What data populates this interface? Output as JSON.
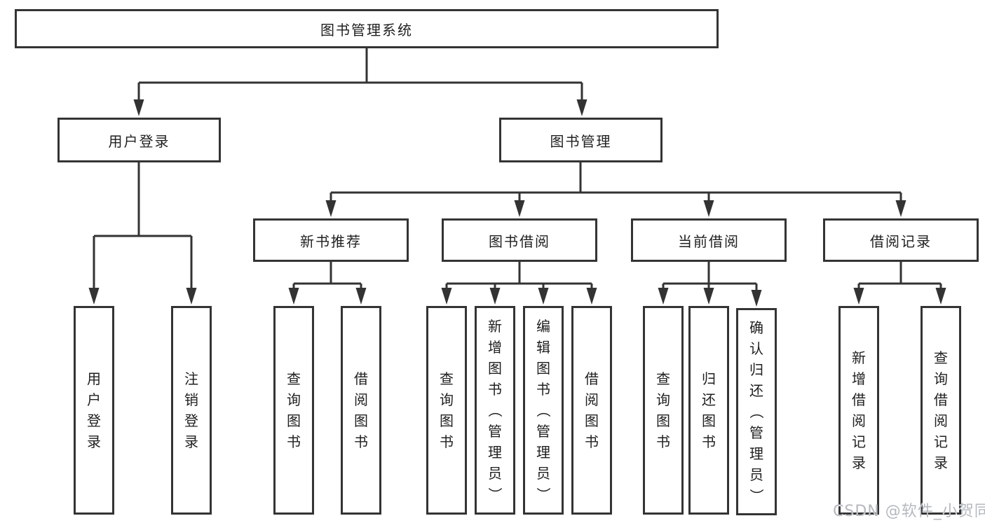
{
  "tree": {
    "root": "图书管理系统",
    "branches": [
      {
        "label": "用户登录",
        "children": [
          {
            "label": "用户登录"
          },
          {
            "label": "注销登录"
          }
        ]
      },
      {
        "label": "图书管理",
        "children": [
          {
            "label": "新书推荐",
            "children": [
              {
                "label": "查询图书"
              },
              {
                "label": "借阅图书"
              }
            ]
          },
          {
            "label": "图书借阅",
            "children": [
              {
                "label": "查询图书"
              },
              {
                "label": "新增图书（管理员）"
              },
              {
                "label": "编辑图书（管理员）"
              },
              {
                "label": "借阅图书"
              }
            ]
          },
          {
            "label": "当前借阅",
            "children": [
              {
                "label": "查询图书"
              },
              {
                "label": "归还图书"
              },
              {
                "label": "确认归还（管理员）"
              }
            ]
          },
          {
            "label": "借阅记录",
            "children": [
              {
                "label": "新增借阅记录"
              },
              {
                "label": "查询借阅记录"
              }
            ]
          }
        ]
      }
    ]
  },
  "watermark": "CSDN @软件_小贺同学",
  "colors": {
    "line": "#333333",
    "border": "#343434",
    "text": "#1f1f1f",
    "watermark": "#b5b9bf",
    "background": "#ffffff"
  }
}
